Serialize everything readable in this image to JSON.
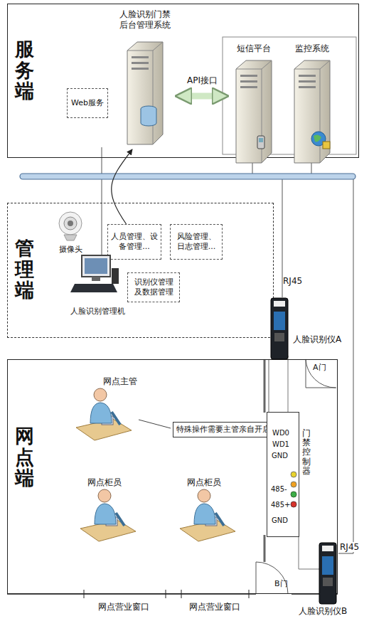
{
  "diagram": {
    "nodes": [
      {
        "text": [
          "服务端"
        ]
      },
      {
        "text": [
          "人脸识别门禁后台管理系统"
        ],
        "in": 0
      },
      {
        "text": [
          "Web服务"
        ],
        "in": 0
      },
      {
        "text": [
          "短信平台"
        ],
        "in": 0
      },
      {
        "text": [
          "监控系统"
        ],
        "in": 0
      },
      {
        "text": [
          "管理端"
        ]
      },
      {
        "text": [
          "人员管理、设备管理..."
        ],
        "in": 5
      },
      {
        "text": [
          "风险管理、日志管理..."
        ],
        "in": 5
      },
      {
        "text": [
          "识别仪管理及数据管理"
        ],
        "in": 5
      },
      {
        "text": [
          "人脸识别管理机"
        ],
        "in": 5
      },
      {
        "text": [
          "摄像头"
        ],
        "in": 5
      },
      {
        "text": [
          "网点端"
        ]
      },
      {
        "text": [
          "网点主管"
        ],
        "in": 11
      },
      {
        "text": [
          "特殊操作需要主管亲自开启"
        ],
        "in": 11
      },
      {
        "text": [
          "网点柜员"
        ],
        "in": 11
      },
      {
        "text": [
          "网点柜员"
        ],
        "in": 11
      },
      {
        "text": [
          "门禁控制器"
        ],
        "in": 11
      },
      {
        "text": [
          "人脸识别仪A"
        ]
      },
      {
        "text": [
          "人脸识别仪B"
        ]
      }
    ],
    "edges": [
      {
        "from": 1,
        "to": 3,
        "label": "API接口",
        "arrow": "both"
      },
      {
        "from": 6,
        "to": 1,
        "arrow": "to"
      }
    ],
    "labels": [
      "RJ45",
      "A门",
      "WD0",
      "WD1",
      "GND",
      "485-",
      "485+",
      "GND",
      "B门",
      "RJ45",
      "网点营业窗口",
      "网点营业窗口"
    ]
  }
}
